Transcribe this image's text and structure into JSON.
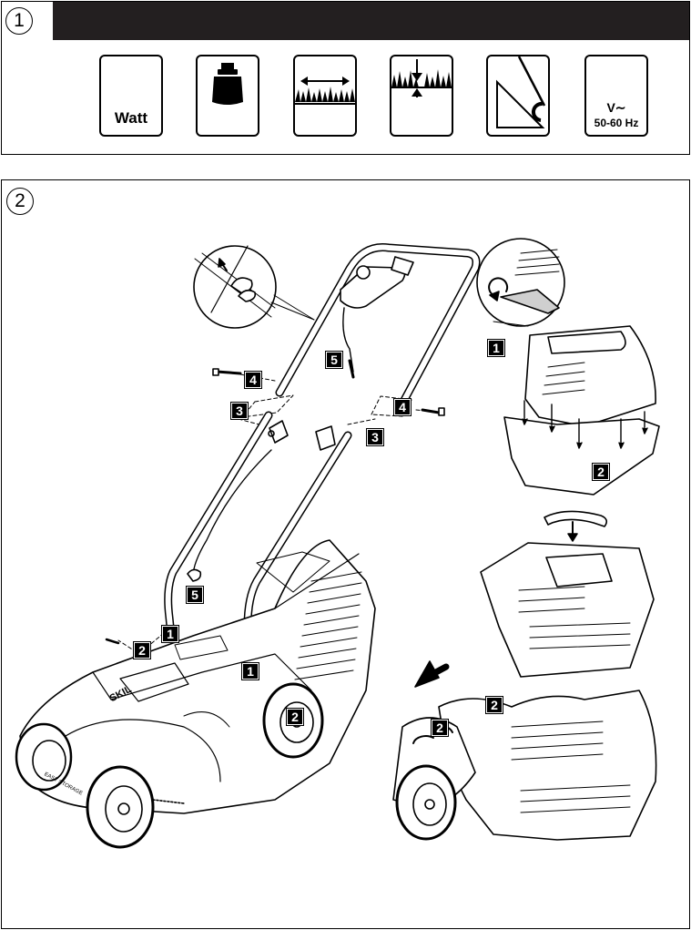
{
  "panel1": {
    "step": "1",
    "specs": [
      {
        "icon": "watt-icon",
        "text": "Watt"
      },
      {
        "icon": "weight-icon",
        "text": ""
      },
      {
        "icon": "cutting-width-icon",
        "text": ""
      },
      {
        "icon": "cutting-height-icon",
        "text": ""
      },
      {
        "icon": "slope-angle-icon",
        "text": ""
      },
      {
        "icon": "voltage-icon",
        "text": "V∼",
        "text2": "50-60 Hz"
      }
    ]
  },
  "panel2": {
    "step": "2",
    "mower_decal": "SKIL",
    "body_label": "EASY STORAGE",
    "callouts": [
      "4",
      "5",
      "1",
      "3",
      "4",
      "3",
      "2",
      "5",
      "2",
      "1",
      "2",
      "1",
      "2",
      "2"
    ]
  }
}
